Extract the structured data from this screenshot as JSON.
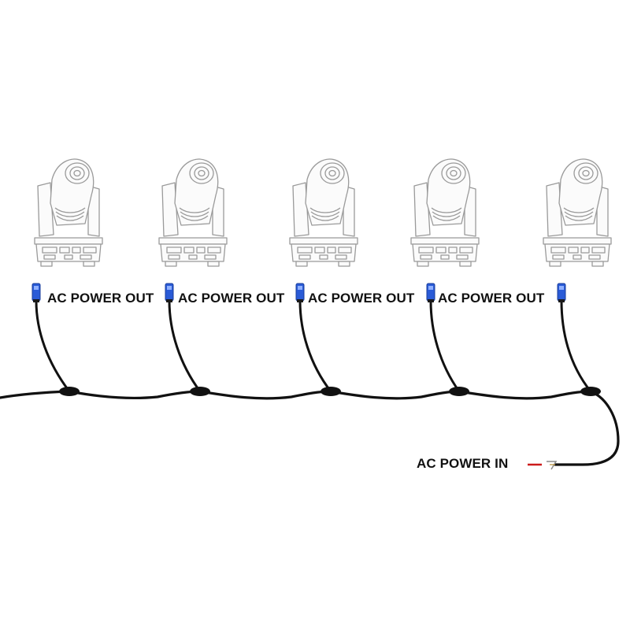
{
  "diagram": {
    "fixtures": [
      {
        "name": "moving-head-1"
      },
      {
        "name": "moving-head-2"
      },
      {
        "name": "moving-head-3"
      },
      {
        "name": "moving-head-4"
      },
      {
        "name": "moving-head-5"
      }
    ],
    "out_labels": [
      "AC POWER OUT",
      "AC POWER OUT",
      "AC POWER OUT",
      "AC POWER OUT"
    ],
    "in_label": "AC POWER IN",
    "colors": {
      "cable": "#111111",
      "connector": "#2a5bd7",
      "fixture_stroke": "#9a9a9a",
      "plug_wire": "#cc1b1b"
    }
  }
}
